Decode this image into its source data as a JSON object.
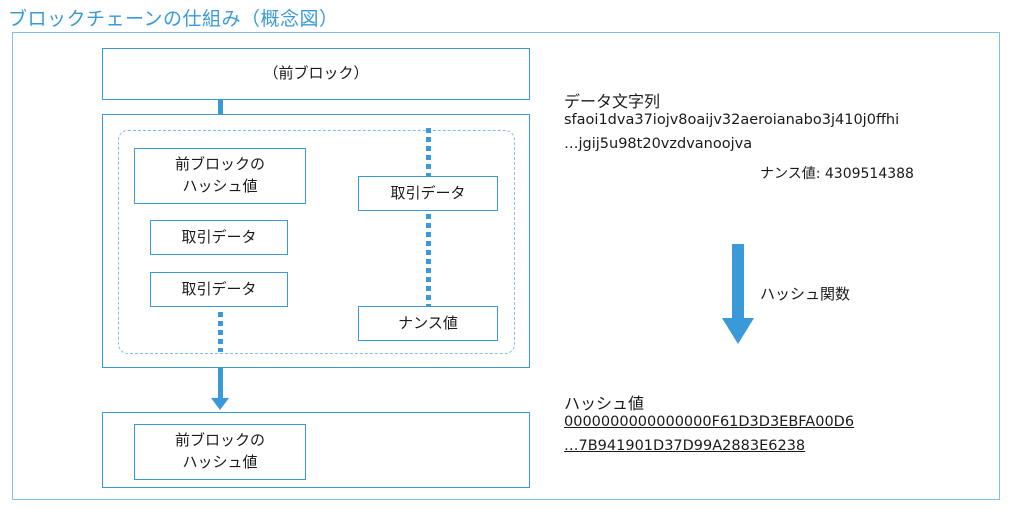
{
  "title": "ブロックチェーンの仕組み（概念図）",
  "diagram": {
    "prev_block": "（前ブロック）",
    "block_contents": {
      "prev_hash_line1": "前ブロックの",
      "prev_hash_line2": "ハッシュ値",
      "tx1": "取引データ",
      "tx2": "取引データ",
      "tx_right": "取引データ",
      "nonce": "ナンス値"
    },
    "next_block": {
      "prev_hash_line1": "前ブロックの",
      "prev_hash_line2": "ハッシュ値"
    }
  },
  "right_panel": {
    "data_label": "データ文字列",
    "data_line1": "sfaoi1dva37iojv8oaijv32aeroianabo3j410j0ffhi",
    "data_line2": "…jgij5u98t20vzdvanoojva",
    "nonce_text": "ナンス値: 4309514388",
    "hash_function_label": "ハッシュ関数",
    "hash_label": "ハッシュ値",
    "hash_line1": "0000000000000000F61D3D3EBFA00D6",
    "hash_line2": "…7B941901D37D99A2883E6238"
  },
  "colors": {
    "accent": "#3a9ad9",
    "frame": "#7fc0e8"
  }
}
